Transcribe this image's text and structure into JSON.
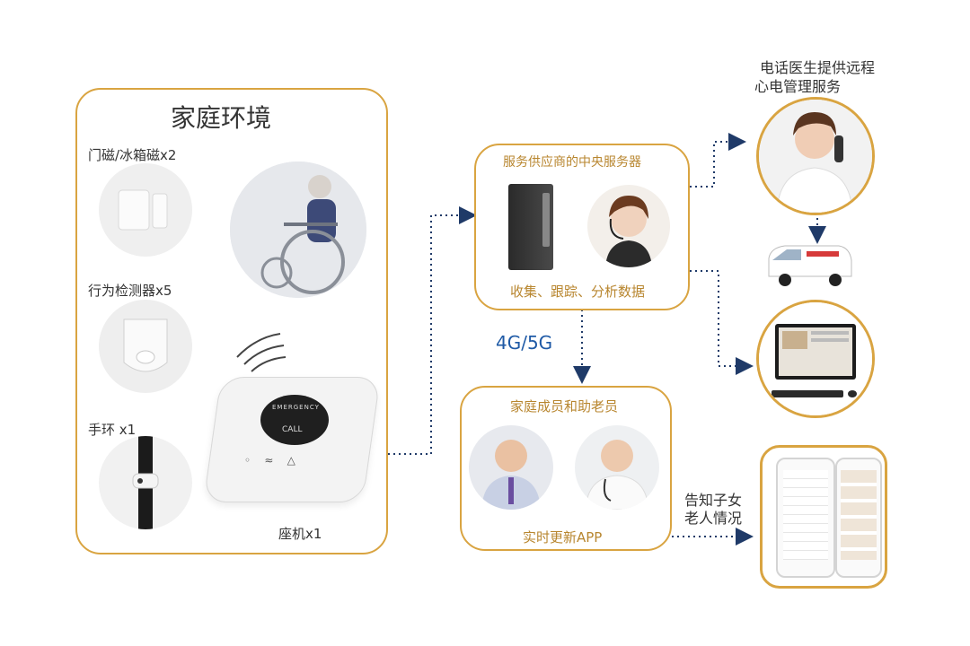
{
  "home": {
    "title": "家庭环境",
    "door_sensor": "门磁/冰箱磁x2",
    "behavior_sensor": "行为检测器x5",
    "bracelet": "手环 x1",
    "base_unit": "座机x1"
  },
  "server": {
    "title": "服务供应商的中央服务器",
    "caption": "收集、跟踪、分析数据"
  },
  "network": "4G/5G",
  "family": {
    "title": "家庭成员和助老员",
    "caption": "实时更新APP"
  },
  "doctor_service": [
    "电话医生提供远程",
    "心电管理服务"
  ],
  "notify": [
    "告知子女",
    "老人情况"
  ],
  "device_text": {
    "emergency": "EMERGENCY",
    "call": "CALL"
  },
  "colors": {
    "frame": "#d9a441",
    "arrow": "#1f3a68",
    "network_text": "#1f5aa6"
  }
}
